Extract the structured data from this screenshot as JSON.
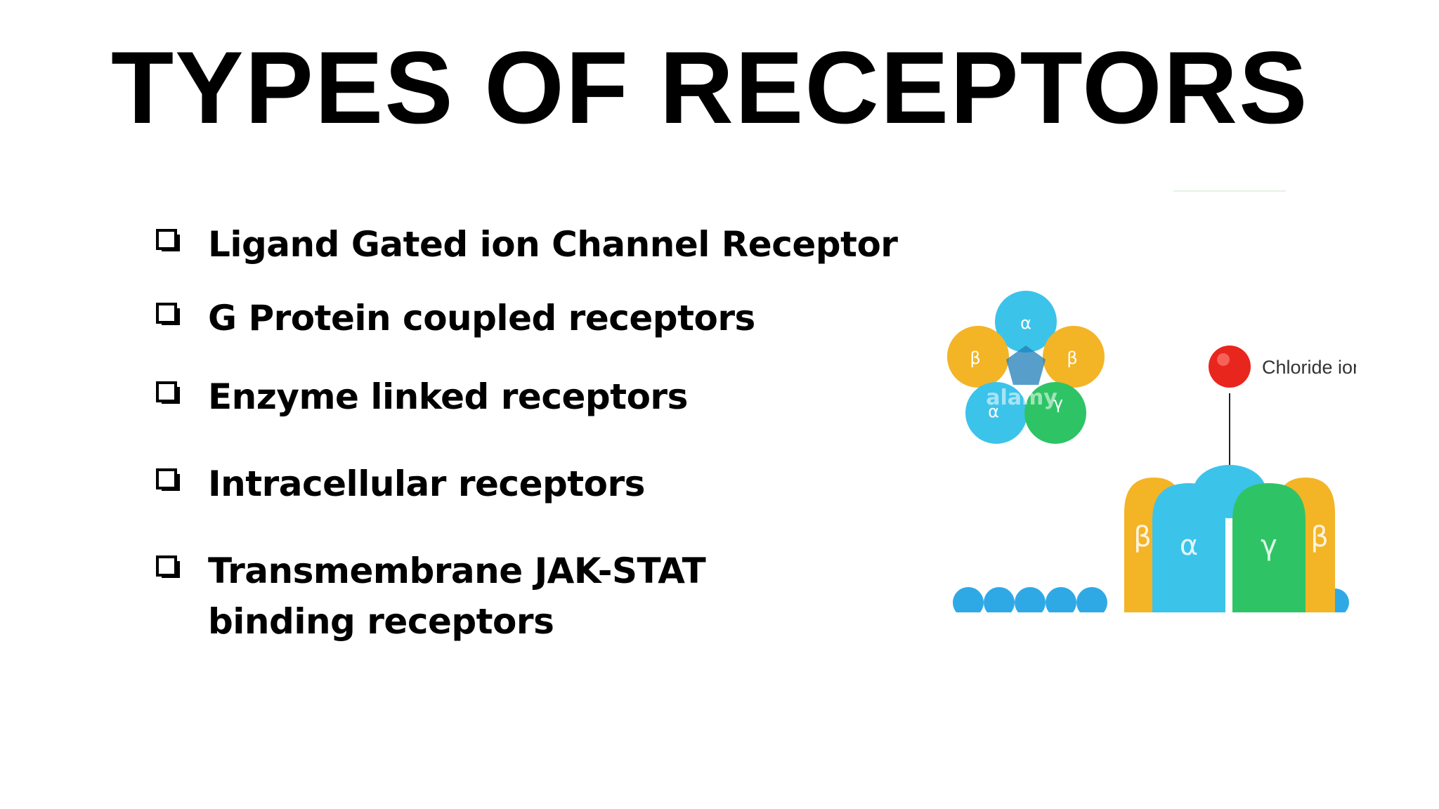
{
  "slide": {
    "title": "TYPES OF RECEPTORS",
    "bullets": [
      {
        "text": "Ligand Gated ion Channel Receptor",
        "icon": "checkbox-icon"
      },
      {
        "text": "G Protein coupled receptors",
        "icon": "checkbox-icon"
      },
      {
        "text": "Enzyme linked receptors",
        "icon": "checkbox-icon"
      },
      {
        "text": "Intracellular receptors",
        "icon": "checkbox-icon"
      },
      {
        "text": "Transmembrane JAK-STAT binding receptors",
        "icon": "checkbox-icon"
      }
    ]
  },
  "figure": {
    "chloride_label": "Chloride ion",
    "top_view_subunits": [
      "α",
      "β",
      "γ",
      "α",
      "β"
    ],
    "side_view_subunits": [
      "β",
      "α",
      "γ",
      "β"
    ],
    "watermark": "alamy",
    "colors": {
      "alpha": "#3cc3ea",
      "beta": "#f3b426",
      "gamma": "#2ec465",
      "chloride": "#e8261d",
      "membrane": "#2fa9e6"
    }
  }
}
